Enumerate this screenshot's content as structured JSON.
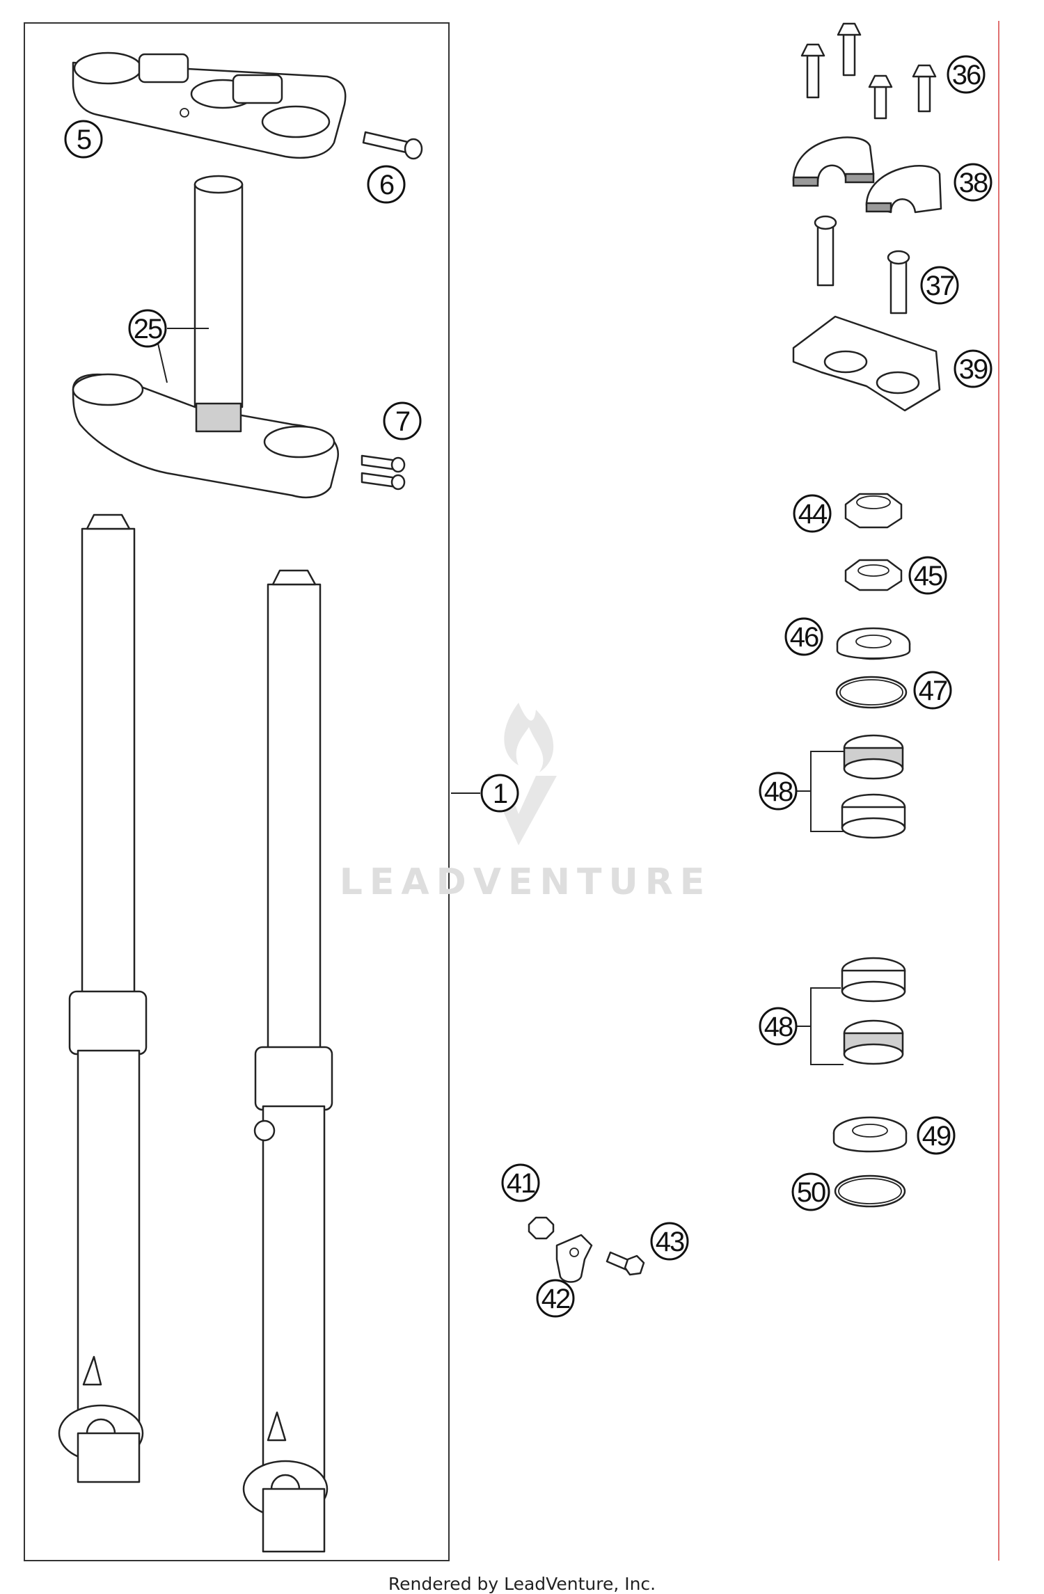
{
  "callouts": {
    "c1": "1",
    "c5": "5",
    "c6": "6",
    "c7": "7",
    "c25": "25",
    "c36": "36",
    "c37": "37",
    "c38": "38",
    "c39": "39",
    "c41": "41",
    "c42": "42",
    "c43": "43",
    "c44": "44",
    "c45": "45",
    "c46": "46",
    "c47": "47",
    "c48a": "48",
    "c48b": "48",
    "c49": "49",
    "c50": "50"
  },
  "watermark": {
    "text": "LEADVENTURE"
  },
  "footer": {
    "text": "Rendered by LeadVenture, Inc."
  },
  "colors": {
    "line": "#222222",
    "watermark": "#dedede",
    "border_accent": "#e07070"
  }
}
